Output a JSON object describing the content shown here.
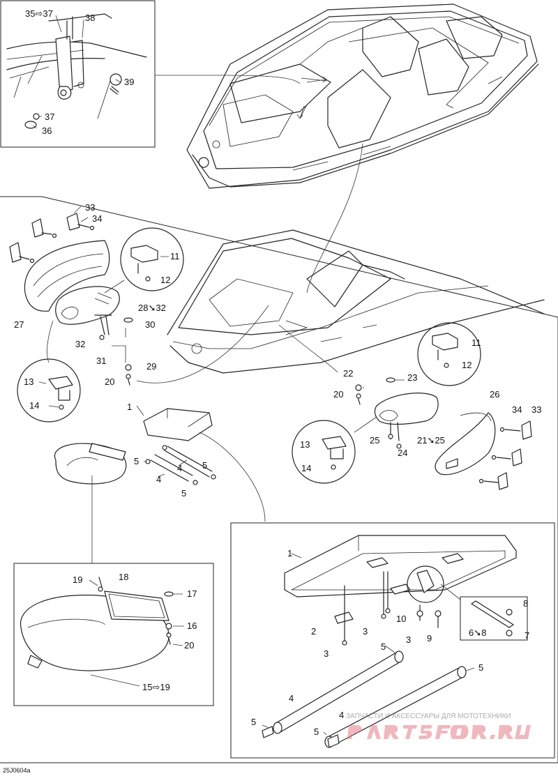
{
  "diagram_code": "25J0604a",
  "callouts": {
    "c35_37": "35⇨37",
    "c38": "38",
    "c39": "39",
    "c37": "37",
    "c36": "36",
    "c33a": "33",
    "c34a": "34",
    "c27": "27",
    "c11a": "11",
    "c12a": "12",
    "c28_32": "28➘32",
    "c30": "30",
    "c32": "32",
    "c31": "31",
    "c29": "29",
    "c20a": "20",
    "c13a": "13",
    "c14a": "14",
    "c1a": "1",
    "c5a": "5",
    "c4a": "4",
    "c4b": "4",
    "c5b": "5",
    "c5c": "5",
    "c22": "22",
    "c20b": "20",
    "c23": "23",
    "c11b": "11",
    "c12b": "12",
    "c26": "26",
    "c34b": "34",
    "c33b": "33",
    "c21_25": "21➘25",
    "c25": "25",
    "c24": "24",
    "c13b": "13",
    "c14b": "14",
    "c19": "19",
    "c18": "18",
    "c17": "17",
    "c16": "16",
    "c20c": "20",
    "c15_19": "15⇨19",
    "c1b": "1",
    "c8": "8",
    "c2": "2",
    "c3a": "3",
    "c10": "10",
    "c3b": "3",
    "c9": "9",
    "c6_8": "6➘8",
    "c7": "7",
    "c3c": "3",
    "c5d": "5",
    "c5e": "5",
    "c4c": "4",
    "c5f": "5",
    "c4d": "4",
    "c5g": "5"
  },
  "watermark": {
    "caption": "ЗАПЧАСТИ И АКСЕССУАРЫ ДЛЯ МОТОТЕХНИКИ",
    "logo_text": "PARTSFOR.RU"
  }
}
